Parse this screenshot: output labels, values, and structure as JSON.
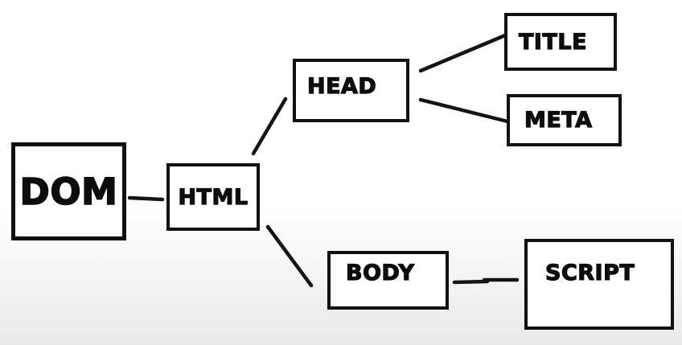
{
  "diagram": {
    "type": "tree",
    "nodes": [
      {
        "id": "dom",
        "label": "DOM"
      },
      {
        "id": "html",
        "label": "HTML"
      },
      {
        "id": "head",
        "label": "HEAD"
      },
      {
        "id": "title",
        "label": "TITLE"
      },
      {
        "id": "meta",
        "label": "META"
      },
      {
        "id": "body",
        "label": "BODY"
      },
      {
        "id": "script",
        "label": "SCRIPT"
      }
    ],
    "edges": [
      {
        "from": "dom",
        "to": "html"
      },
      {
        "from": "html",
        "to": "head"
      },
      {
        "from": "html",
        "to": "body"
      },
      {
        "from": "head",
        "to": "title"
      },
      {
        "from": "head",
        "to": "meta"
      },
      {
        "from": "body",
        "to": "script"
      }
    ],
    "colors": {
      "stroke": "#141414",
      "box_border": "#111111",
      "box_fill": "#ffffff",
      "label": "#0d0d0d",
      "background_top": "#ffffff",
      "background_bottom": "#e9e9e9"
    }
  }
}
